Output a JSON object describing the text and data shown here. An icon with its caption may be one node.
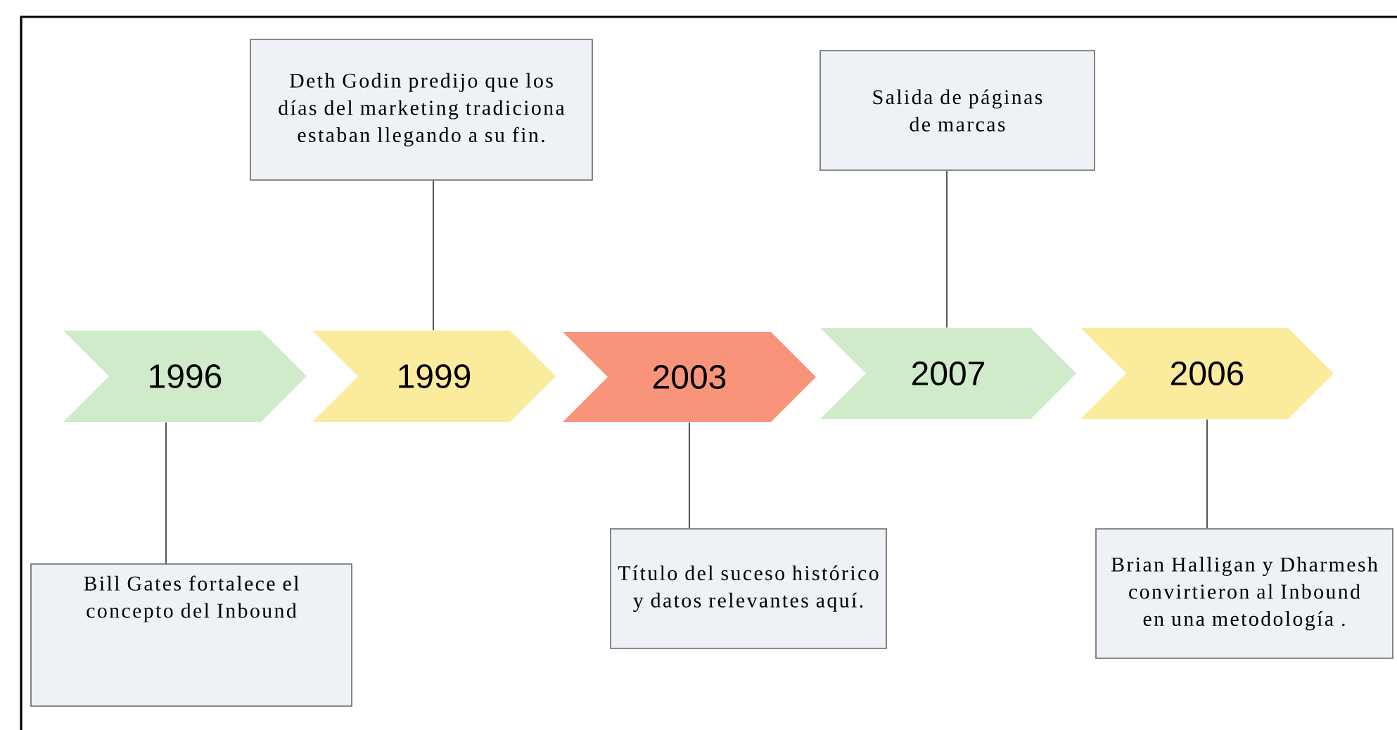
{
  "diagram": {
    "nodes": [
      {
        "text": [
          "1996"
        ]
      },
      {
        "text": [
          "1999"
        ]
      },
      {
        "text": [
          "2003"
        ]
      },
      {
        "text": [
          "2007"
        ]
      },
      {
        "text": [
          "2006"
        ]
      },
      {
        "text": [
          "Bill Gates fortalece el concepto del Inbound"
        ]
      },
      {
        "text": [
          "Deth Godin predijo que los días del marketing tradiciona estaban llegando a su fin."
        ]
      },
      {
        "text": [
          "Título del suceso histórico y datos relevantes aquí."
        ]
      },
      {
        "text": [
          "Salida de páginas de marcas"
        ]
      },
      {
        "text": [
          "Brian Halligan y Dharmesh convirtieron al Inbound en una metodología ."
        ]
      }
    ],
    "edges": [
      {
        "from": 5,
        "to": 0,
        "arrow": "none"
      },
      {
        "from": 6,
        "to": 1,
        "arrow": "none"
      },
      {
        "from": 7,
        "to": 2,
        "arrow": "none"
      },
      {
        "from": 8,
        "to": 3,
        "arrow": "none"
      },
      {
        "from": 9,
        "to": 4,
        "arrow": "none"
      }
    ]
  }
}
